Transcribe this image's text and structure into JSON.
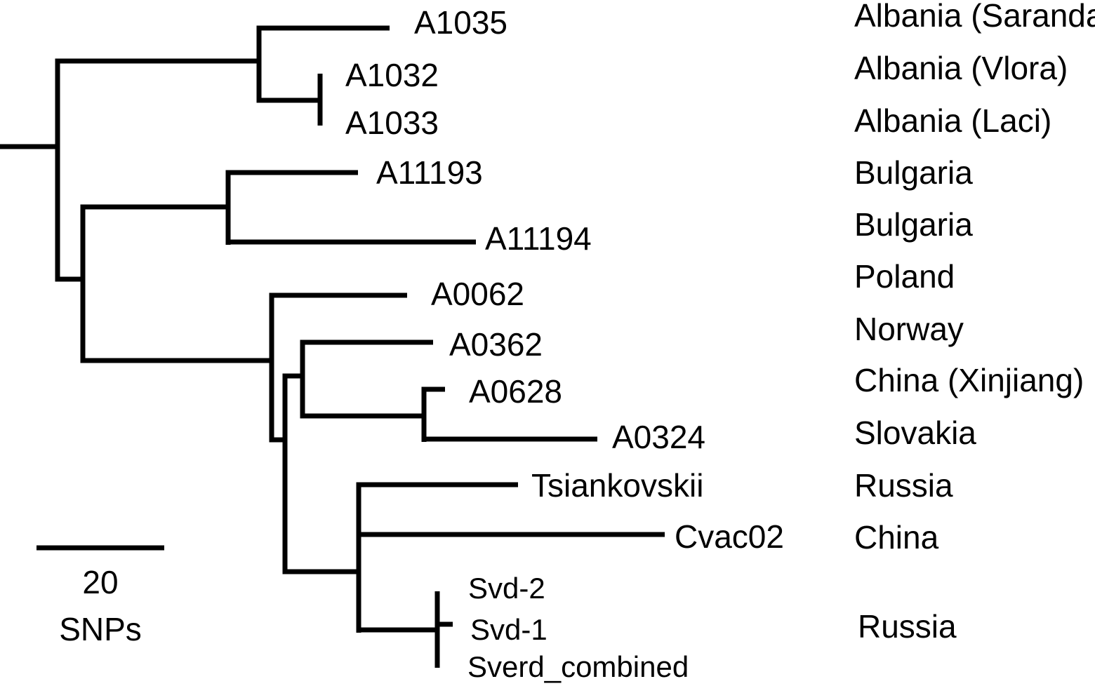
{
  "tree": {
    "scale_bar": {
      "value": "20",
      "unit": "SNPs"
    },
    "taxa": [
      {
        "id": "A1035",
        "label": "A1035",
        "origin": "Albania (Saranda)"
      },
      {
        "id": "A1032",
        "label": "A1032",
        "origin": "Albania (Vlora)"
      },
      {
        "id": "A1033",
        "label": "A1033",
        "origin": "Albania (Laci)"
      },
      {
        "id": "A11193",
        "label": "A11193",
        "origin": "Bulgaria"
      },
      {
        "id": "A11194",
        "label": "A11194",
        "origin": "Bulgaria"
      },
      {
        "id": "A0062",
        "label": "A0062",
        "origin": "Poland"
      },
      {
        "id": "A0362",
        "label": "A0362",
        "origin": "Norway"
      },
      {
        "id": "A0628",
        "label": "A0628",
        "origin": "China (Xinjiang)"
      },
      {
        "id": "A0324",
        "label": "A0324",
        "origin": "Slovakia"
      },
      {
        "id": "Tsiankovskii",
        "label": "Tsiankovskii",
        "origin": "Russia"
      },
      {
        "id": "Cvac02",
        "label": "Cvac02",
        "origin": "China"
      },
      {
        "id": "Svd-2",
        "label": "Svd-2",
        "origin": ""
      },
      {
        "id": "Svd-1",
        "label": "Svd-1",
        "origin": "Russia"
      },
      {
        "id": "Sverd_combined",
        "label": "Sverd_combined",
        "origin": ""
      }
    ]
  }
}
